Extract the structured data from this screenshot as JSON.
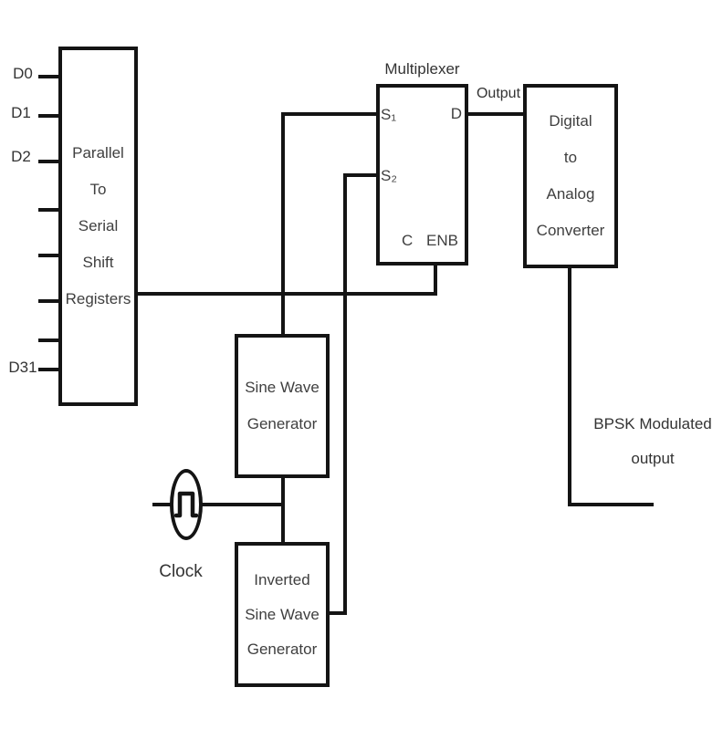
{
  "diagram": {
    "blocks": {
      "shift_register": {
        "lines": [
          "Parallel",
          "To",
          "Serial",
          "Shift",
          "Registers"
        ]
      },
      "multiplexer": {
        "title": "Multiplexer",
        "pin_s1": "S₁",
        "pin_s2": "S₂",
        "pin_d": "D",
        "pin_c": "C",
        "pin_enb": "ENB"
      },
      "dac": {
        "lines": [
          "Digital",
          "to",
          "Analog",
          "Converter"
        ]
      },
      "sine_generator": {
        "lines": [
          "Sine Wave",
          "Generator"
        ]
      },
      "inverted_sine_generator": {
        "lines": [
          "Inverted",
          "Sine Wave",
          "Generator"
        ]
      }
    },
    "labels": {
      "d0": "D0",
      "d1": "D1",
      "d2": "D2",
      "d31": "D31",
      "output": "Output",
      "clock": "Clock",
      "bpsk_line1": "BPSK Modulated",
      "bpsk_line2": "output"
    },
    "icons": {
      "clock_symbol": "square-wave-pulse"
    },
    "colors": {
      "line": "#141414",
      "text": "#3a3a3a",
      "background": "#ffffff"
    }
  }
}
